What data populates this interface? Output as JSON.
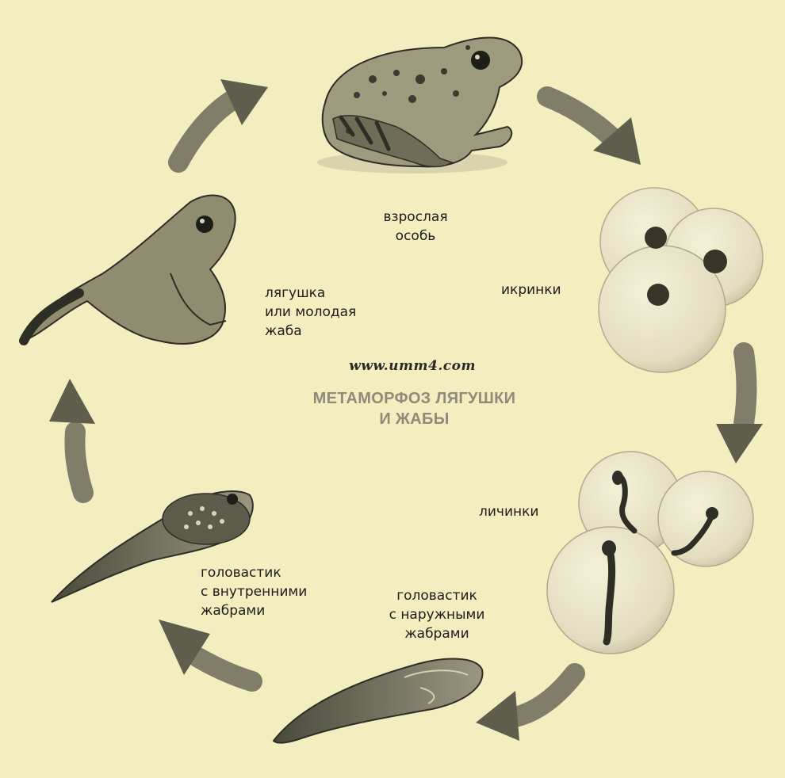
{
  "colors": {
    "background": "#f3eec0",
    "arrow": "#6b6a58",
    "illustration_dark": "#3a3a30",
    "illustration_mid": "#8c8a72",
    "egg_fill": "#e7e2c3"
  },
  "labels": {
    "adult": [
      "взрослая",
      "особь"
    ],
    "eggs": "икринки",
    "larvae": "личинки",
    "tadpole_external": [
      "головастик",
      "с наружными",
      "жабрами"
    ],
    "tadpole_internal": [
      "головастик",
      "с внутренними",
      "жабрами"
    ],
    "young_frog": [
      "лягушка",
      "или молодая",
      "жаба"
    ]
  },
  "watermark_url": "www.umm4.com",
  "title_lines": [
    "МЕТАМОРФОЗ ЛЯГУШКИ",
    "И ЖАБЫ"
  ]
}
